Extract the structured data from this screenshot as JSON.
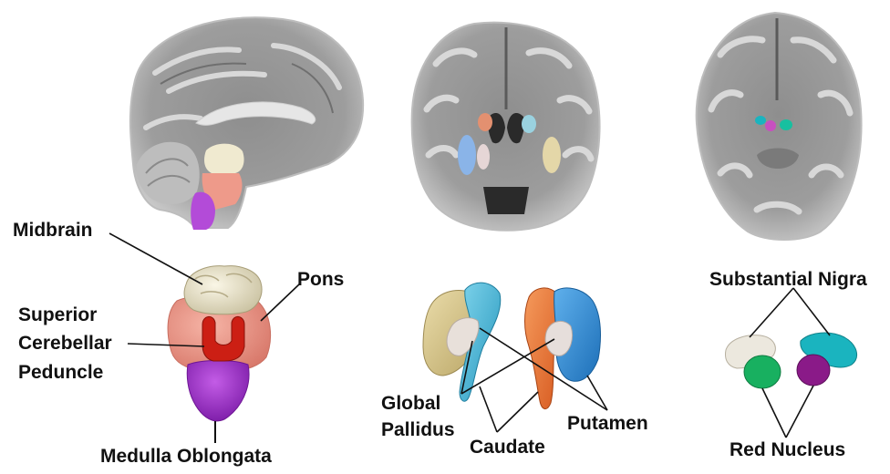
{
  "labels": {
    "midbrain": "Midbrain",
    "pons": "Pons",
    "superior_cerebellar_peduncle": [
      "Superior",
      "Cerebellar",
      "Peduncle"
    ],
    "medulla_oblongata": "Medulla Oblongata",
    "global_pallidus": [
      "Global",
      "Pallidus"
    ],
    "caudate": "Caudate",
    "putamen": "Putamen",
    "substantial_nigra": "Substantial Nigra",
    "red_nucleus": "Red Nucleus"
  },
  "colors": {
    "midbrain": "#f0ead0",
    "pons": "#ee9a8a",
    "superior_cerebellar_peduncle": "#cc1f14",
    "medulla_oblongata": "#9b30c8",
    "global_pallidus": "#e0d8d2",
    "caudate": "#ec7030",
    "putamen": "#2f8ed8",
    "caudate_left": "#46b6d4",
    "putamen_left": "#d8c586",
    "substantial_nigra_left": "#e8e4da",
    "substantial_nigra_right": "#1ab4bf",
    "red_nucleus_left": "#18b060",
    "red_nucleus_right": "#8a1a88"
  }
}
